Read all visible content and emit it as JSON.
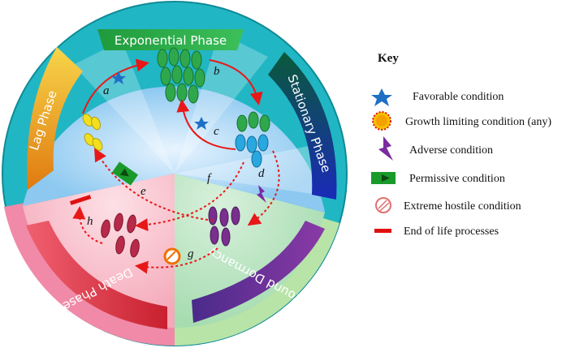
{
  "phases": {
    "lag": "Lag Phase",
    "exponential": "Exponential Phase",
    "stationary": "Stationary Phase",
    "dormancy": "Profound Dormancy",
    "death": "Death Phase"
  },
  "steps": [
    "a",
    "b",
    "c",
    "d",
    "e",
    "f",
    "g",
    "h"
  ],
  "key": {
    "title": "Key",
    "items": [
      {
        "label": "Favorable condition",
        "icon": "star-icon",
        "color": "#1e6fc6"
      },
      {
        "label": "Growth limiting condition (any)",
        "icon": "sun-icon",
        "color": "#f5a000"
      },
      {
        "label": "Adverse condition",
        "icon": "lightning-icon",
        "color": "#7a2ca0"
      },
      {
        "label": "Permissive condition",
        "icon": "play-flag-icon",
        "color": "#1a9a2a"
      },
      {
        "label": "Extreme hostile condition",
        "icon": "hatched-circle-icon",
        "color": "#e06060"
      },
      {
        "label": "End of life processes",
        "icon": "bar-icon",
        "color": "#e01010"
      }
    ]
  },
  "colors": {
    "ring": "#1cb8c2",
    "lag": "#f5a623",
    "exponential": "#2aa84a",
    "stationary": "#1a3aa0",
    "dormancy": "#6b2e8e",
    "death": "#e04050",
    "arrow": "#e81818"
  }
}
